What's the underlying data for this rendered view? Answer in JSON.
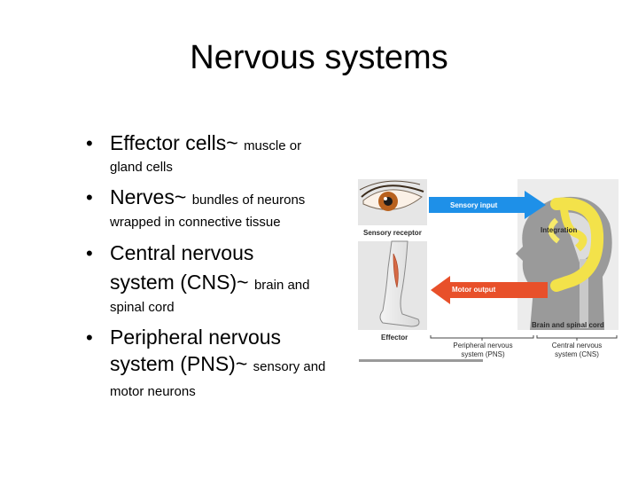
{
  "slide": {
    "title": "Nervous systems",
    "bullets": [
      {
        "term": "Effector cells~",
        "desc_inline": "muscle or",
        "desc_cont": "gland cells"
      },
      {
        "term": "Nerves~",
        "desc_inline": "bundles of neurons",
        "desc_cont": "wrapped in connective tissue"
      },
      {
        "term_line1": "Central nervous",
        "term_line2": "system (CNS)~",
        "desc_inline": "brain and",
        "desc_cont": "spinal cord"
      },
      {
        "term_line1": "Peripheral nervous",
        "term_line2": "system (PNS)~",
        "desc_inline": "sensory and",
        "desc_cont": "motor neurons"
      }
    ]
  },
  "diagram": {
    "sensory_receptor": "Sensory receptor",
    "sensory_input": "Sensory input",
    "integration": "Integration",
    "motor_output": "Motor output",
    "effector": "Effector",
    "brain_spinal_cord": "Brain and spinal cord",
    "pns_line1": "Peripheral nervous",
    "pns_line2": "system (PNS)",
    "cns_line1": "Central nervous",
    "cns_line2": "system (CNS)",
    "colors": {
      "sensory_arrow": "#1e90e8",
      "motor_arrow": "#e8502a",
      "integration_loop": "#f3e24a",
      "head_gray": "#9a9a9a"
    }
  }
}
